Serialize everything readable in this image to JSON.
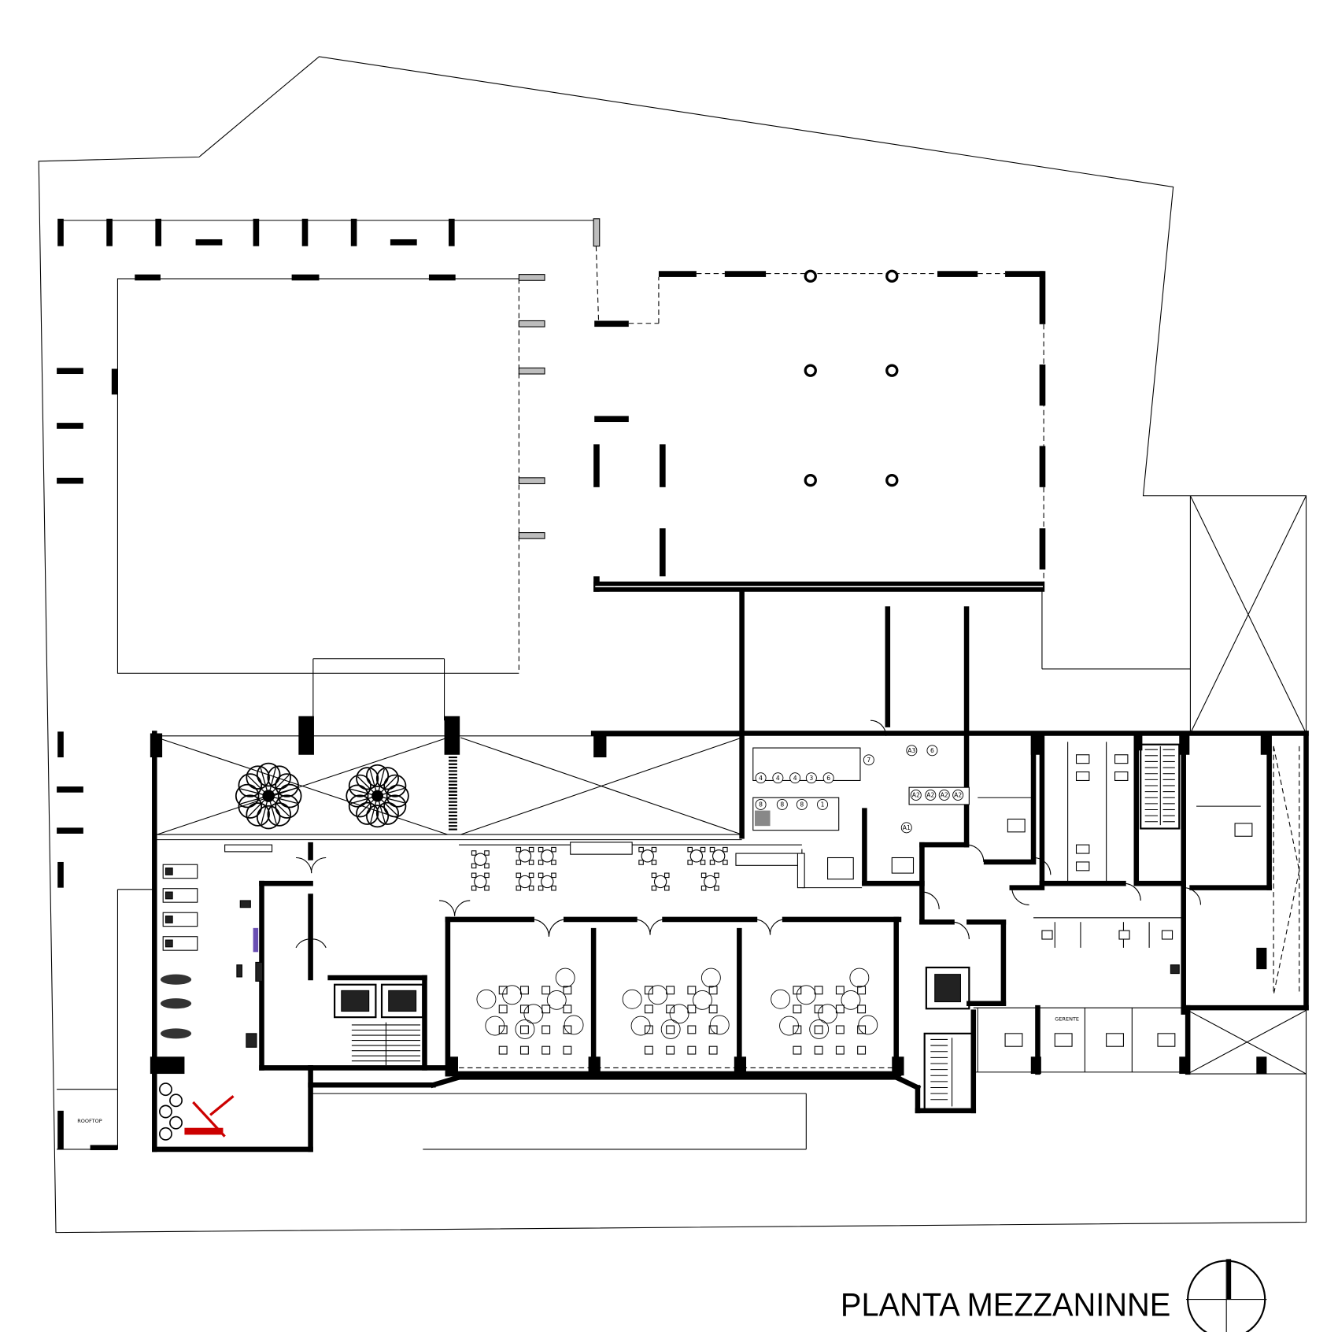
{
  "title": "PLANTA MEZZANINNE",
  "labels": {
    "rooftop": "ROOFTOP",
    "office": "GERENTE"
  },
  "equipment_tags": [
    "4",
    "4",
    "4",
    "3",
    "6",
    "8",
    "8",
    "8",
    "1",
    "7",
    "A3",
    "6",
    "A2",
    "A2",
    "A2",
    "A2",
    "A1"
  ],
  "colors": {
    "lines": "#000000",
    "gym_equipment": "#cc0000",
    "grey_columns": "#bdbdbd"
  }
}
